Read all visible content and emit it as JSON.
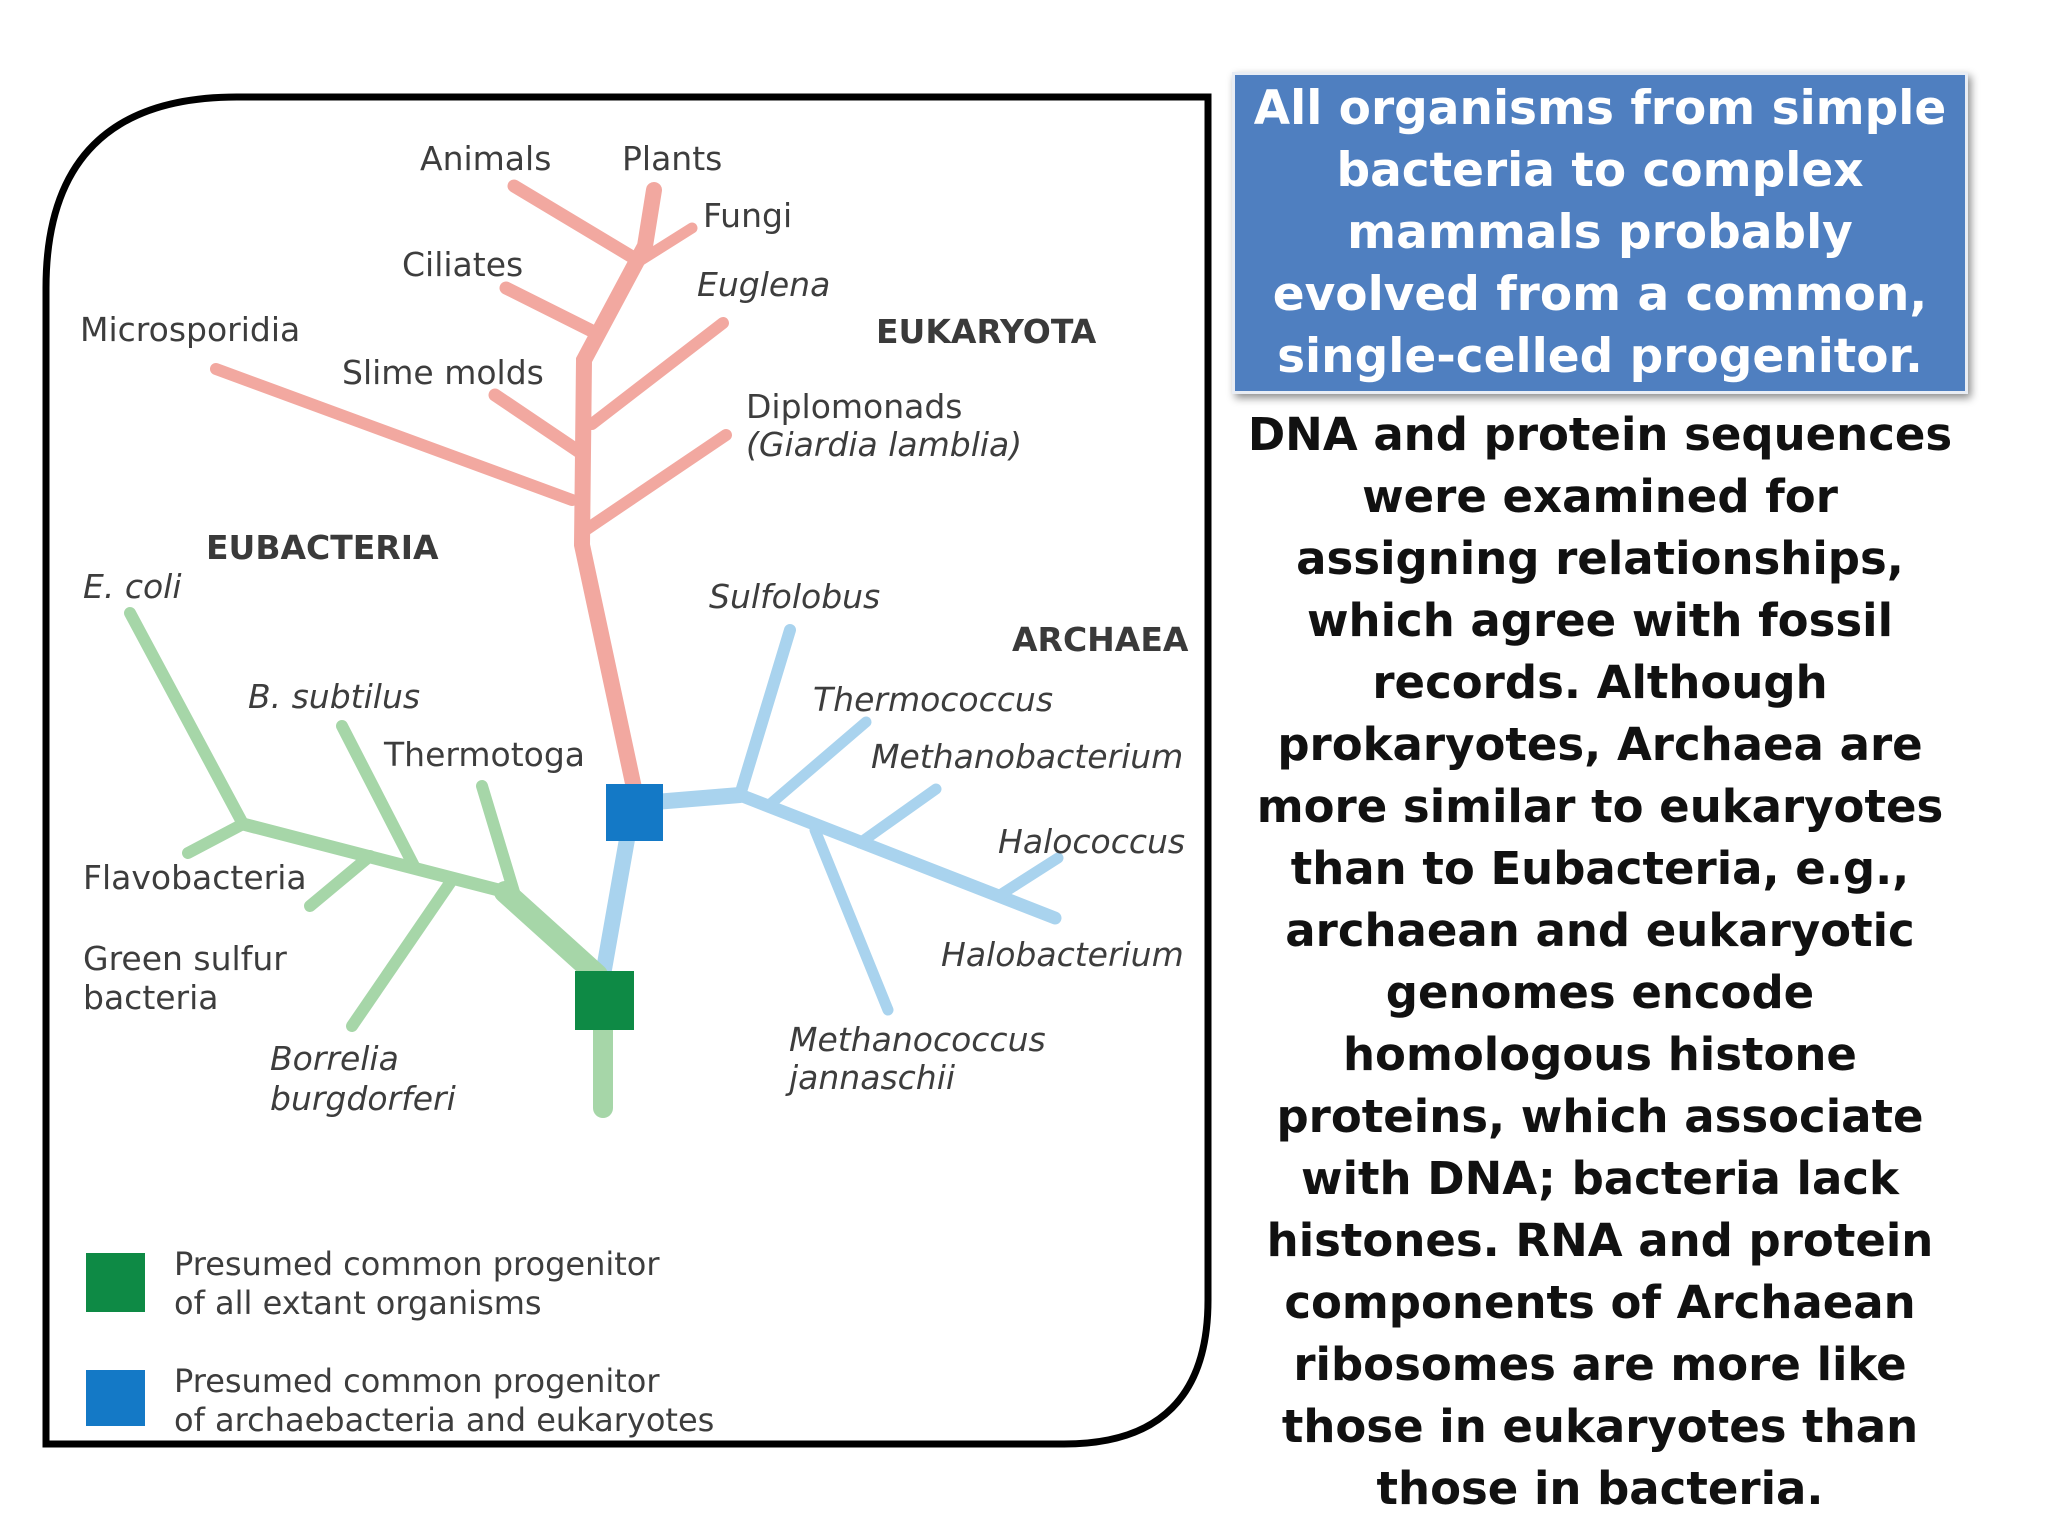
{
  "diagram": {
    "groups": {
      "eukaryota": "EUKARYOTA",
      "eubacteria": "EUBACTERIA",
      "archaea": "ARCHAEA"
    },
    "eukaryota_taxa": {
      "animals": "Animals",
      "plants": "Plants",
      "fungi": "Fungi",
      "ciliates": "Ciliates",
      "euglena": "Euglena",
      "microsporidia": "Microsporidia",
      "slime_molds": "Slime molds",
      "diplomonads": "Diplomonads",
      "giardia": "(Giardia lamblia)"
    },
    "eubacteria_taxa": {
      "ecoli": "E. coli",
      "bsubtilus": "B. subtilus",
      "thermotoga": "Thermotoga",
      "flavobacteria": "Flavobacteria",
      "green_sulfur_1": "Green sulfur",
      "green_sulfur_2": "bacteria",
      "borrelia_1": "Borrelia",
      "borrelia_2": "burgdorferi"
    },
    "archaea_taxa": {
      "sulfolobus": "Sulfolobus",
      "thermococcus": "Thermococcus",
      "methanobacterium": "Methanobacterium",
      "halococcus": "Halococcus",
      "halobacterium": "Halobacterium",
      "methanococcus_1": "Methanococcus",
      "methanococcus_2": "jannaschii"
    },
    "legend": {
      "green_line1": "Presumed common progenitor",
      "green_line2": "of all extant organisms",
      "blue_line1": "Presumed common progenitor",
      "blue_line2": "of archaebacteria and eukaryotes"
    },
    "colors": {
      "eukaryota_branch": "#f2a8a0",
      "eubacteria_branch": "#a6d6a8",
      "archaea_branch": "#a9d3ee",
      "common_progenitor": "#0e8a45",
      "archaea_eukarya_progenitor": "#1479c6",
      "frame": "#000000"
    }
  },
  "title": "All organisms from simple bacteria to complex mammals probably evolved from a common, single-celled progenitor.",
  "body": "DNA and protein sequences were examined for assigning relationships, which agree with fossil records. Although prokaryotes, Archaea are more similar to eukaryotes than to Eubacteria, e.g., archaean and eukaryotic genomes encode homologous histone proteins, which associate with DNA; bacteria lack histones. RNA and protein components of Archaean ribosomes are more like those in eukaryotes than those in bacteria.",
  "colors": {
    "title_bg": "#4f7fc0",
    "title_text": "#ffffff",
    "body_text": "#111111"
  }
}
